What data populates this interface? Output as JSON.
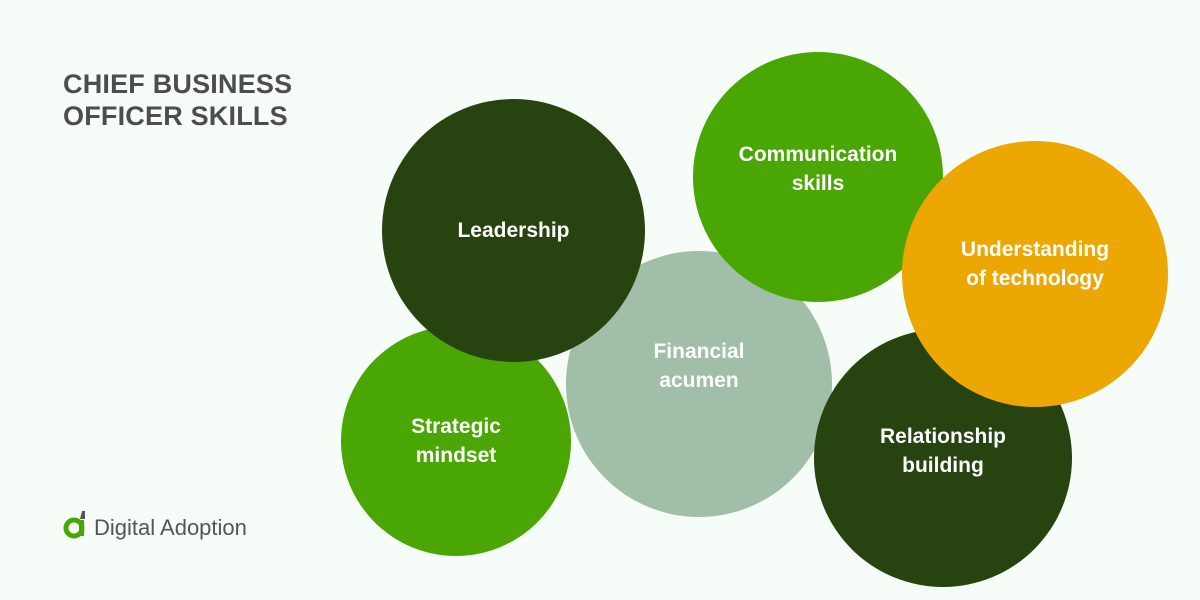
{
  "title": {
    "line1": "CHIEF BUSINESS",
    "line2": "OFFICER SKILLS"
  },
  "colors": {
    "background": "#f6fcf7",
    "dark_green": "#264310",
    "green": "#4aa703",
    "sage": "#a1bea8",
    "orange": "#eda703",
    "title_gray": "#4d4d4d"
  },
  "skills": [
    {
      "line1": "Leadership",
      "line2": ""
    },
    {
      "line1": "Strategic",
      "line2": "mindset"
    },
    {
      "line1": "Financial",
      "line2": "acumen"
    },
    {
      "line1": "Communication",
      "line2": "skills"
    },
    {
      "line1": "Understanding",
      "line2": "of technology"
    },
    {
      "line1": "Relationship",
      "line2": "building"
    }
  ],
  "logo": {
    "icon": "digital-adoption-logo-icon",
    "text": "Digital Adoption"
  }
}
